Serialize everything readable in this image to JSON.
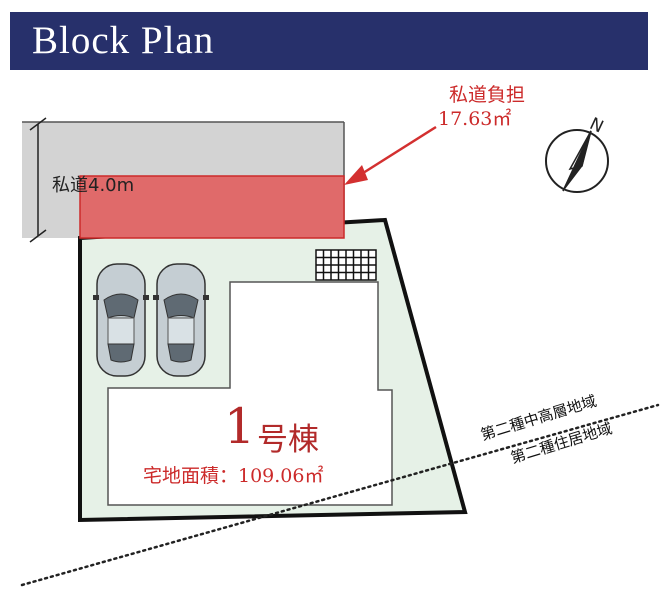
{
  "header": {
    "title": "Block Plan"
  },
  "road": {
    "label": "私道4.0m"
  },
  "burden": {
    "title": "私道負担",
    "area": "17.63㎡"
  },
  "building": {
    "number": "1",
    "name": "号棟",
    "lot_area": "宅地面積：109.06㎡"
  },
  "zoning": {
    "upper": "第二種中高層地域",
    "lower": "第二種住居地域"
  },
  "compass": {
    "north_label": "N"
  },
  "colors": {
    "header_bg": "#27306b",
    "lot_fill": "#e6f1e7",
    "road_fill": "#d3d3d3",
    "burden_fill": "#e06a6a",
    "accent_red": "#cc2a2a"
  }
}
